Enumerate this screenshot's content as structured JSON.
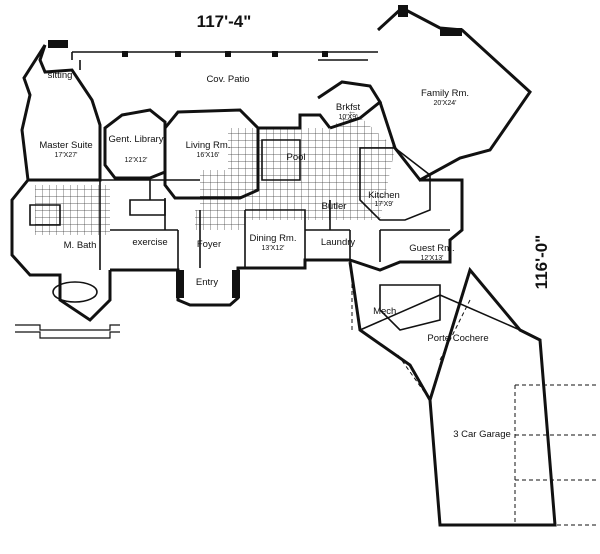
{
  "dimensions": {
    "width_label": "117'-4\"",
    "depth_label": "116'-0\""
  },
  "rooms": {
    "sitting": {
      "name": "sitting"
    },
    "cov_patio": {
      "name": "Cov. Patio"
    },
    "brkfst": {
      "name": "Brkfst",
      "size": "10'X9'"
    },
    "family_rm": {
      "name": "Family Rm.",
      "size": "20'X24'"
    },
    "master_suite": {
      "name": "Master Suite",
      "size": "17'X27'"
    },
    "gent_library": {
      "name": "Gent. Library",
      "size": "12'X12'"
    },
    "living_rm": {
      "name": "Living Rm.",
      "size": "16'X16'"
    },
    "pool": {
      "name": "Pool"
    },
    "kitchen": {
      "name": "Kitchen",
      "size": "17'X9'"
    },
    "butler": {
      "name": "Butler"
    },
    "m_bath": {
      "name": "M. Bath"
    },
    "exercise": {
      "name": "exercise"
    },
    "foyer": {
      "name": "Foyer"
    },
    "dining_rm": {
      "name": "Dining Rm.",
      "size": "13'X12'"
    },
    "laundry": {
      "name": "Laundry"
    },
    "guest_rm": {
      "name": "Guest Rm.",
      "size": "12'X13'"
    },
    "entry": {
      "name": "Entry"
    },
    "mech": {
      "name": "Mech."
    },
    "porte_cochere": {
      "name": "Porte Cochere"
    },
    "garage": {
      "name": "3 Car Garage"
    }
  }
}
